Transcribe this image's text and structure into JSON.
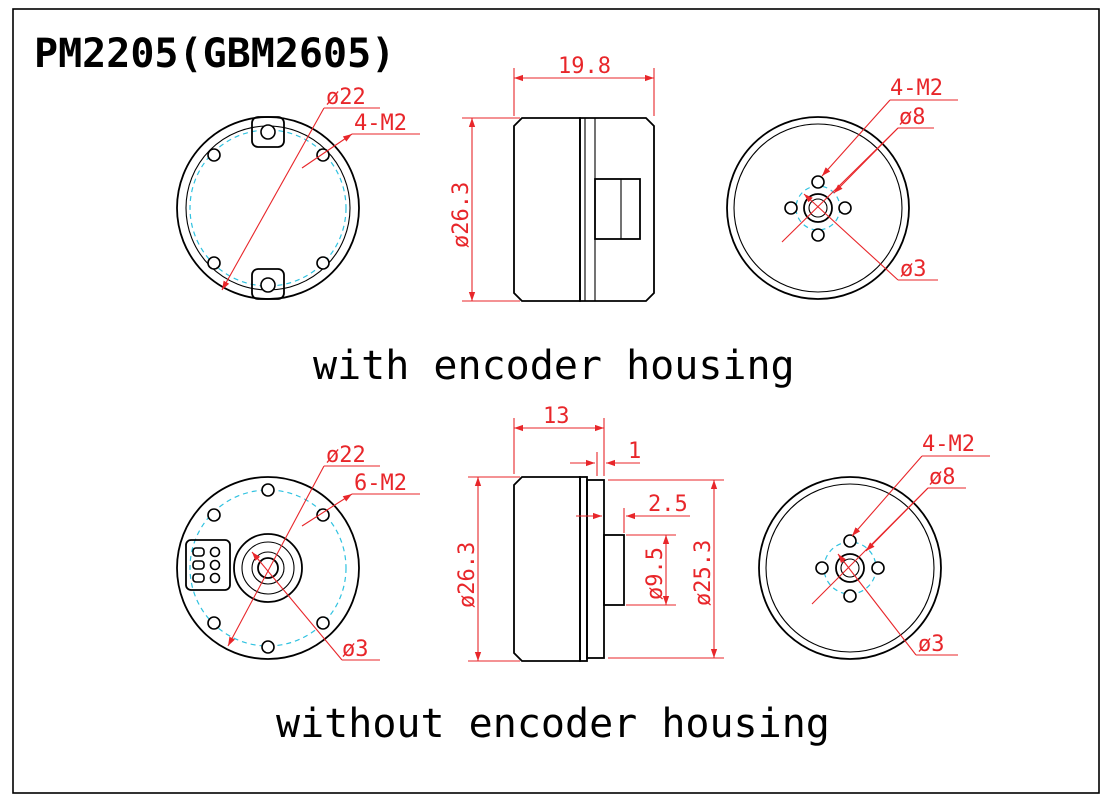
{
  "title": "PM2205(GBM2605)",
  "accent_color": "#e8262a",
  "pitch_circle_color": "#2fc2e0",
  "top": {
    "caption": "with encoder housing",
    "front_view": {
      "diameter_label": "ø22",
      "holes_label": "4-M2"
    },
    "side_view": {
      "length_label": "19.8",
      "diameter_label": "ø26.3"
    },
    "back_view": {
      "holes_label": "4-M2",
      "pitch_label": "ø8",
      "shaft_label": "ø3"
    }
  },
  "bottom": {
    "caption": "without encoder housing",
    "front_view": {
      "diameter_label": "ø22",
      "holes_label": "6-M2",
      "shaft_label": "ø3"
    },
    "side_view": {
      "length_label": "13",
      "flange_label": "1",
      "boss_label": "2.5",
      "diameter_label": "ø26.3",
      "boss_diameter_label": "ø9.5",
      "flange_diameter_label": "ø25.3"
    },
    "back_view": {
      "holes_label": "4-M2",
      "pitch_label": "ø8",
      "shaft_label": "ø3"
    }
  }
}
